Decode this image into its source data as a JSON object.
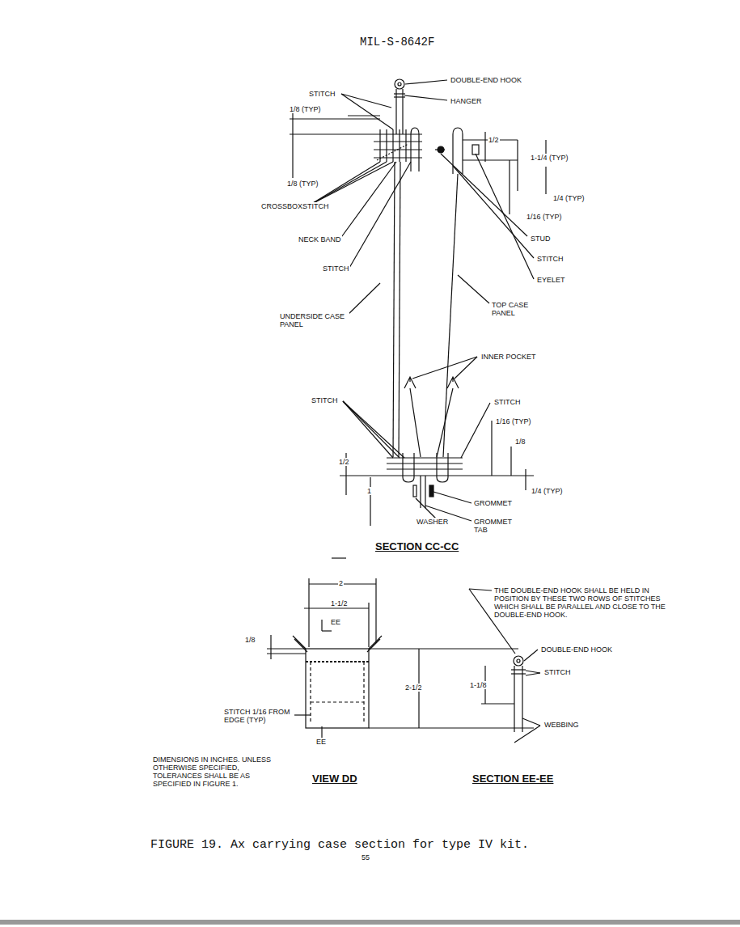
{
  "diagram": {
    "title": "MIL-S-8642F",
    "caption": "FIGURE 19. Ax carrying case section for type IV kit.",
    "labels": [
      "DOUBLE-END HOOK",
      "STITCH",
      "HANGER",
      "1/8 (TYP)",
      "1/2",
      "1-1/4 (TYP)",
      "1/8 (TYP)",
      "1/4 (TYP)",
      "1/16 (TYP)",
      "CROSSBOXSTITCH",
      "STUD",
      "NECK BAND",
      "STITCH",
      "STITCH",
      "EYELET",
      "UNDERSIDE CASE PANEL",
      "TOP CASE PANEL",
      "INNER POCKET",
      "STITCH",
      "STITCH",
      "1/16 (TYP)",
      "1/8",
      "1/2",
      "1",
      "1/4 (TYP)",
      "GROMMET",
      "WASHER",
      "GROMMET TAB",
      "SECTION CC-CC",
      "2",
      "1-1/2",
      "EE",
      "1/8",
      "STITCH 1/16 FROM EDGE (TYP)",
      "EE",
      "2-1/2",
      "VIEW DD",
      "THE DOUBLE-END HOOK SHALL BE HELD IN POSITION BY THESE TWO ROWS OF STITCHES WHICH SHALL BE PARALLEL AND CLOSE TO THE DOUBLE-END HOOK.",
      "DOUBLE-END HOOK",
      "1-1/8",
      "STITCH",
      "WEBBING",
      "SECTION EE-EE",
      "DIMENSIONS IN INCHES. UNLESS OTHERWISE SPECIFIED, TOLERANCES SHALL BE AS SPECIFIED IN FIGURE 1.",
      "55"
    ]
  }
}
